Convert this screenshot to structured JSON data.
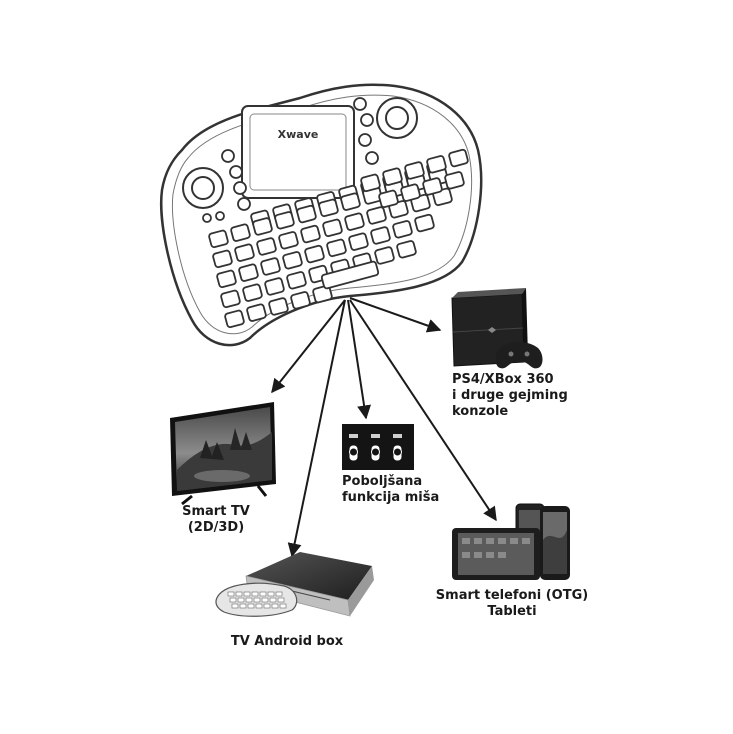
{
  "keyboard": {
    "brand": "Xwave"
  },
  "targets": {
    "ps4": {
      "lines": [
        "PS4/XBox 360",
        "i druge gejming",
        "konzole"
      ]
    },
    "smart_tv": {
      "lines": [
        "Smart TV",
        "(2D/3D)"
      ]
    },
    "mouse": {
      "lines": [
        "Poboljšana",
        "funkcija miša"
      ]
    },
    "android_box": {
      "lines": [
        "TV Android box"
      ]
    },
    "phones": {
      "lines": [
        "Smart telefoni (OTG)",
        "Tableti"
      ]
    }
  },
  "colors": {
    "line": "#1a1a1a",
    "device": "#2b2b2b",
    "screen": "#3a3a3a",
    "outline": "#555555"
  }
}
